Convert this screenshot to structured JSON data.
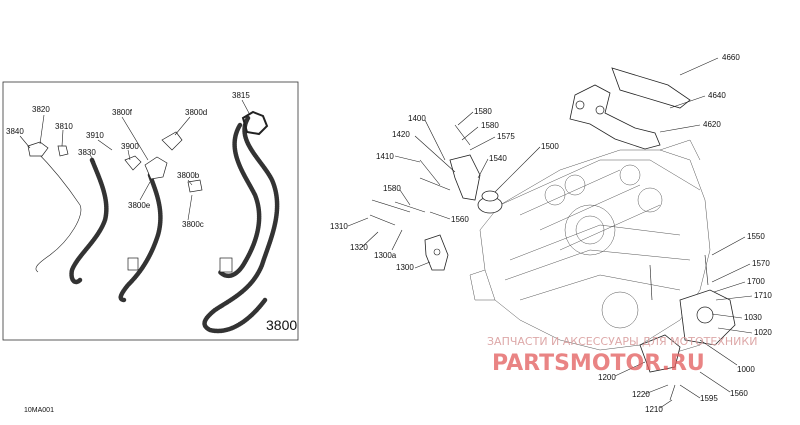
{
  "figure_ref": "10MA001",
  "watermark": {
    "line1": "ЗАПЧАСТИ И АКСЕССУАРЫ ДЛЯ МОТОТЕХНИКИ",
    "line2": "PARTSMOTOR.RU"
  },
  "left_panel_labels": [
    {
      "id": "3840",
      "text": "3840"
    },
    {
      "id": "3820",
      "text": "3820"
    },
    {
      "id": "3810",
      "text": "3810"
    },
    {
      "id": "3910",
      "text": "3910"
    },
    {
      "id": "3830",
      "text": "3830"
    },
    {
      "id": "3800f",
      "text": "3800f"
    },
    {
      "id": "3800d",
      "text": "3800d"
    },
    {
      "id": "3900",
      "text": "3900"
    },
    {
      "id": "3815",
      "text": "3815"
    },
    {
      "id": "3800b",
      "text": "3800b"
    },
    {
      "id": "3800e",
      "text": "3800e"
    },
    {
      "id": "3800c",
      "text": "3800c"
    },
    {
      "id": "3800",
      "text": "3800"
    }
  ],
  "right_labels": [
    {
      "id": "4660",
      "text": "4660"
    },
    {
      "id": "4640",
      "text": "4640"
    },
    {
      "id": "4620",
      "text": "4620"
    },
    {
      "id": "1580a",
      "text": "1580"
    },
    {
      "id": "1580b",
      "text": "1580"
    },
    {
      "id": "1400",
      "text": "1400"
    },
    {
      "id": "1575",
      "text": "1575"
    },
    {
      "id": "1420",
      "text": "1420"
    },
    {
      "id": "1500",
      "text": "1500"
    },
    {
      "id": "1410",
      "text": "1410"
    },
    {
      "id": "1540",
      "text": "1540"
    },
    {
      "id": "1580c",
      "text": "1580"
    },
    {
      "id": "1560a",
      "text": "1560"
    },
    {
      "id": "1310",
      "text": "1310"
    },
    {
      "id": "1320",
      "text": "1320"
    },
    {
      "id": "1300a",
      "text": "1300a"
    },
    {
      "id": "1300",
      "text": "1300"
    },
    {
      "id": "1550",
      "text": "1550"
    },
    {
      "id": "1570",
      "text": "1570"
    },
    {
      "id": "1700",
      "text": "1700"
    },
    {
      "id": "1710",
      "text": "1710"
    },
    {
      "id": "1030",
      "text": "1030"
    },
    {
      "id": "1020",
      "text": "1020"
    },
    {
      "id": "1000",
      "text": "1000"
    },
    {
      "id": "1200",
      "text": "1200"
    },
    {
      "id": "1220",
      "text": "1220"
    },
    {
      "id": "1595",
      "text": "1595"
    },
    {
      "id": "1560b",
      "text": "1560"
    },
    {
      "id": "1210",
      "text": "1210"
    }
  ]
}
